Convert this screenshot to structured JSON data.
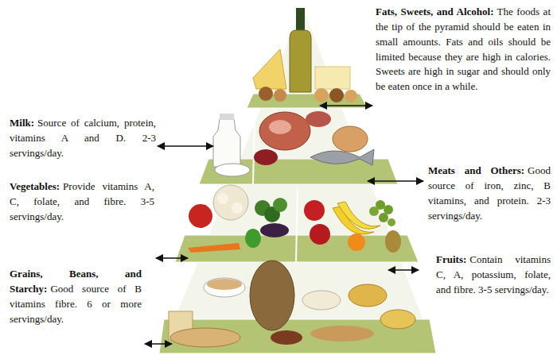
{
  "diagram": {
    "labels": [
      "Fats, Sweets, and Alcohol:",
      "The foods at the tip of the pyramid should be eaten in small amounts. Fats and oils should be limited because they are high in calories. Sweets are high in sugar and should only be eaten once in a while.",
      "Milk:",
      "Source of calcium, protein, vitamins A and D. 2-3 servings/day.",
      "Meats and Others:",
      "Good source of iron, zinc, B vitamins, and protein. 2-3 servings/day.",
      "Vegetables:",
      "Provide vitamins A, C, folate, and fibre. 3-5 servings/day.",
      "Grains, Beans, and Starchy:",
      "Good source of B vitamins fibre. 6 or more servings/day.",
      "Fruits:",
      "Contain vitamins C, A, potassium, folate, and fibre. 3-5 servings/day."
    ]
  }
}
